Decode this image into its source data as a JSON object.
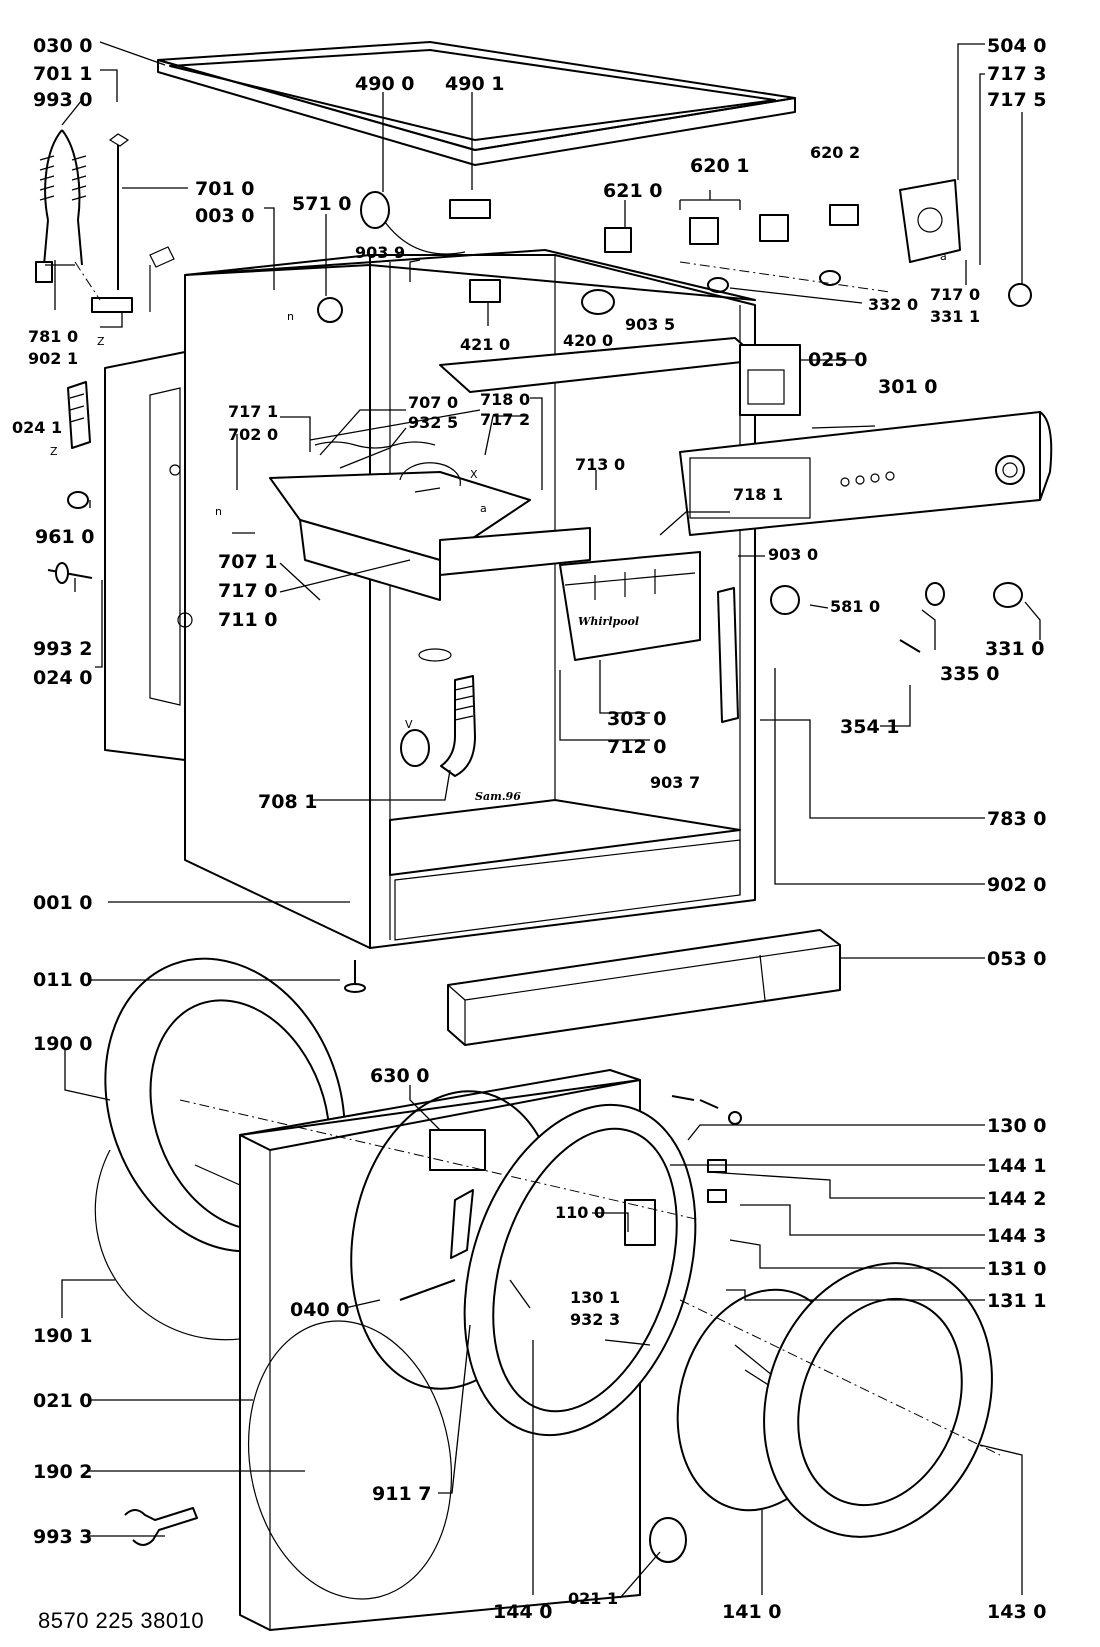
{
  "parts": [
    {
      "id": "p030_0",
      "label": "030 0"
    },
    {
      "id": "p701_1",
      "label": "701 1"
    },
    {
      "id": "p993_0",
      "label": "993 0"
    },
    {
      "id": "p490_0",
      "label": "490 0"
    },
    {
      "id": "p490_1",
      "label": "490 1"
    },
    {
      "id": "p504_0",
      "label": "504 0"
    },
    {
      "id": "p717_3",
      "label": "717 3"
    },
    {
      "id": "p717_5",
      "label": "717 5"
    },
    {
      "id": "p701_0",
      "label": "701 0"
    },
    {
      "id": "p003_0",
      "label": "003 0"
    },
    {
      "id": "p571_0",
      "label": "571 0"
    },
    {
      "id": "p620_1",
      "label": "620 1"
    },
    {
      "id": "p620_2",
      "label": "620 2"
    },
    {
      "id": "p621_0",
      "label": "621 0"
    },
    {
      "id": "p903_9",
      "label": "903 9"
    },
    {
      "id": "p717_0a",
      "label": "717 0"
    },
    {
      "id": "p331_1",
      "label": "331 1"
    },
    {
      "id": "p332_0",
      "label": "332 0"
    },
    {
      "id": "p781_0",
      "label": "781 0"
    },
    {
      "id": "p902_1",
      "label": "902 1"
    },
    {
      "id": "p421_0",
      "label": "421 0"
    },
    {
      "id": "p420_0",
      "label": "420 0"
    },
    {
      "id": "p903_5",
      "label": "903 5"
    },
    {
      "id": "p025_0",
      "label": "025 0"
    },
    {
      "id": "p301_0",
      "label": "301 0"
    },
    {
      "id": "p024_1",
      "label": "024 1"
    },
    {
      "id": "p717_1",
      "label": "717 1"
    },
    {
      "id": "p702_0",
      "label": "702 0"
    },
    {
      "id": "p707_0",
      "label": "707 0"
    },
    {
      "id": "p932_5",
      "label": "932 5"
    },
    {
      "id": "p718_0",
      "label": "718 0"
    },
    {
      "id": "p717_2",
      "label": "717 2"
    },
    {
      "id": "p713_0",
      "label": "713 0"
    },
    {
      "id": "p718_1",
      "label": "718 1"
    },
    {
      "id": "p961_0",
      "label": "961 0"
    },
    {
      "id": "p707_1",
      "label": "707 1"
    },
    {
      "id": "p717_0b",
      "label": "717 0"
    },
    {
      "id": "p711_0",
      "label": "711 0"
    },
    {
      "id": "p903_0",
      "label": "903 0"
    },
    {
      "id": "p581_0",
      "label": "581 0"
    },
    {
      "id": "p993_2",
      "label": "993 2"
    },
    {
      "id": "p024_0",
      "label": "024 0"
    },
    {
      "id": "p331_0",
      "label": "331 0"
    },
    {
      "id": "p335_0",
      "label": "335 0"
    },
    {
      "id": "p303_0",
      "label": "303 0"
    },
    {
      "id": "p712_0",
      "label": "712 0"
    },
    {
      "id": "p354_1",
      "label": "354 1"
    },
    {
      "id": "p708_1",
      "label": "708 1"
    },
    {
      "id": "p903_7",
      "label": "903 7"
    },
    {
      "id": "p783_0",
      "label": "783 0"
    },
    {
      "id": "p902_0",
      "label": "902 0"
    },
    {
      "id": "p001_0",
      "label": "001 0"
    },
    {
      "id": "p053_0",
      "label": "053 0"
    },
    {
      "id": "p011_0",
      "label": "011 0"
    },
    {
      "id": "p190_0",
      "label": "190 0"
    },
    {
      "id": "p630_0",
      "label": "630 0"
    },
    {
      "id": "p130_0",
      "label": "130 0"
    },
    {
      "id": "p144_1",
      "label": "144 1"
    },
    {
      "id": "p144_2",
      "label": "144 2"
    },
    {
      "id": "p110_0",
      "label": "110 0"
    },
    {
      "id": "p144_3",
      "label": "144 3"
    },
    {
      "id": "p131_0",
      "label": "131 0"
    },
    {
      "id": "p130_1",
      "label": "130 1"
    },
    {
      "id": "p932_3",
      "label": "932 3"
    },
    {
      "id": "p131_1",
      "label": "131 1"
    },
    {
      "id": "p040_0",
      "label": "040 0"
    },
    {
      "id": "p190_1",
      "label": "190 1"
    },
    {
      "id": "p021_0",
      "label": "021 0"
    },
    {
      "id": "p911_7",
      "label": "911 7"
    },
    {
      "id": "p190_2",
      "label": "190 2"
    },
    {
      "id": "p993_3",
      "label": "993 3"
    },
    {
      "id": "p021_1",
      "label": "021 1"
    },
    {
      "id": "p144_0",
      "label": "144 0"
    },
    {
      "id": "p141_0",
      "label": "141 0"
    },
    {
      "id": "p143_0",
      "label": "143 0"
    }
  ],
  "annotations": {
    "z_left": "Z",
    "z_bracket": "Z",
    "n_upper": "n",
    "n_lower": "n",
    "x_mark": "X",
    "a_mark": "a",
    "a_right": "a",
    "v_mark": "V",
    "stamp": "Sam.96",
    "brand": "Whirlpool"
  },
  "document_number": "8570 225 38010"
}
